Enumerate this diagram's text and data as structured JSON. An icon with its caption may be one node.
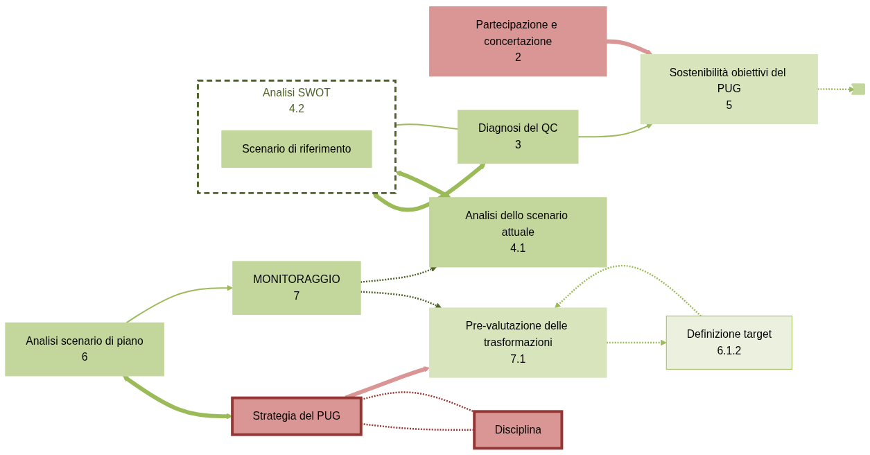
{
  "diagram": {
    "nodes": [
      {
        "text": [
          "Partecipazione e concertazione",
          "2"
        ]
      },
      {
        "text": [
          "Sostenibilità obiettivi del PUG",
          "5"
        ]
      },
      {
        "text": [
          "Analisi SWOT",
          "4.2"
        ]
      },
      {
        "text": [
          "Scenario di riferimento"
        ],
        "in": 2
      },
      {
        "text": [
          "Diagnosi del QC",
          "3"
        ]
      },
      {
        "text": [
          "Analisi dello scenario attuale",
          "4.1"
        ]
      },
      {
        "text": [],
        "shape": "chevron"
      },
      {
        "text": [
          "Analisi scenario di piano",
          "6"
        ]
      },
      {
        "text": [
          "Strategia del PUG"
        ]
      },
      {
        "text": [
          "Disciplina"
        ]
      },
      {
        "text": [
          "Definizione target",
          "6.1.2"
        ]
      },
      {
        "text": [
          "Pre-valutazione delle trasformazioni",
          "7.1"
        ]
      },
      {
        "text": [
          "MONITORAGGIO",
          "7"
        ]
      }
    ],
    "edges": [
      {
        "from": 0,
        "to": 1,
        "arrow": "to",
        "style": "thick",
        "color": "#d99694"
      },
      {
        "from": 4,
        "to": 1,
        "arrow": "to"
      },
      {
        "from": 4,
        "to": 2,
        "arrow": "none"
      },
      {
        "from": 1,
        "to": 6,
        "arrow": "to",
        "style": "dashed"
      },
      {
        "from": 2,
        "to": 4,
        "arrow": "both",
        "style": "thick"
      },
      {
        "from": 2,
        "to": 5,
        "arrow": "both",
        "style": "thick"
      },
      {
        "from": 7,
        "to": 8,
        "arrow": "both",
        "style": "thick"
      },
      {
        "from": 7,
        "to": 12,
        "arrow": "to"
      },
      {
        "from": 8,
        "to": 9,
        "arrow": "none",
        "style": "dashed",
        "color": "#943634"
      },
      {
        "from": 8,
        "to": 9,
        "arrow": "none",
        "style": "dashed",
        "color": "#943634"
      },
      {
        "from": 8,
        "to": 11,
        "arrow": "to",
        "style": "thick",
        "color": "#d99694"
      },
      {
        "from": 11,
        "to": 10,
        "arrow": "to",
        "style": "dashed"
      },
      {
        "from": 10,
        "to": 11,
        "arrow": "to",
        "style": "dashed"
      },
      {
        "from": 12,
        "to": 11,
        "arrow": "to",
        "style": "dashed",
        "color": "#4f6228"
      },
      {
        "from": 12,
        "to": 5,
        "arrow": "to",
        "style": "dashed",
        "color": "#4f6228"
      }
    ]
  }
}
